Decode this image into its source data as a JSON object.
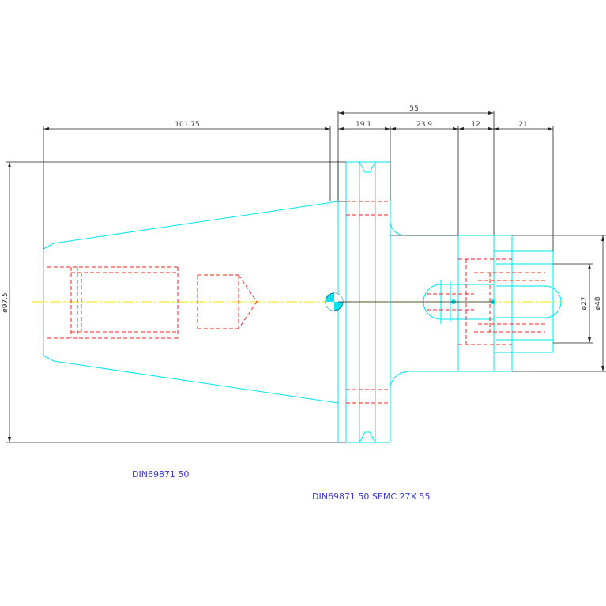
{
  "drawing": {
    "dimensions": {
      "overall_length": "55",
      "taper_length": "101.75",
      "d1": "19.1",
      "d2": "23.9",
      "d3": "12",
      "d4": "21",
      "dia_flange": "ø97.5",
      "dia_bore": "ø27",
      "dia_body": "ø48"
    },
    "labels": {
      "standard": "DIN69871 50",
      "part": "DIN69871 50 SEMC 27X 55"
    },
    "colors": {
      "outline": "#00e5ee",
      "hidden": "#ff2020",
      "center": "#ffe000",
      "dimension": "#222222",
      "label": "#3a3ad0"
    }
  }
}
